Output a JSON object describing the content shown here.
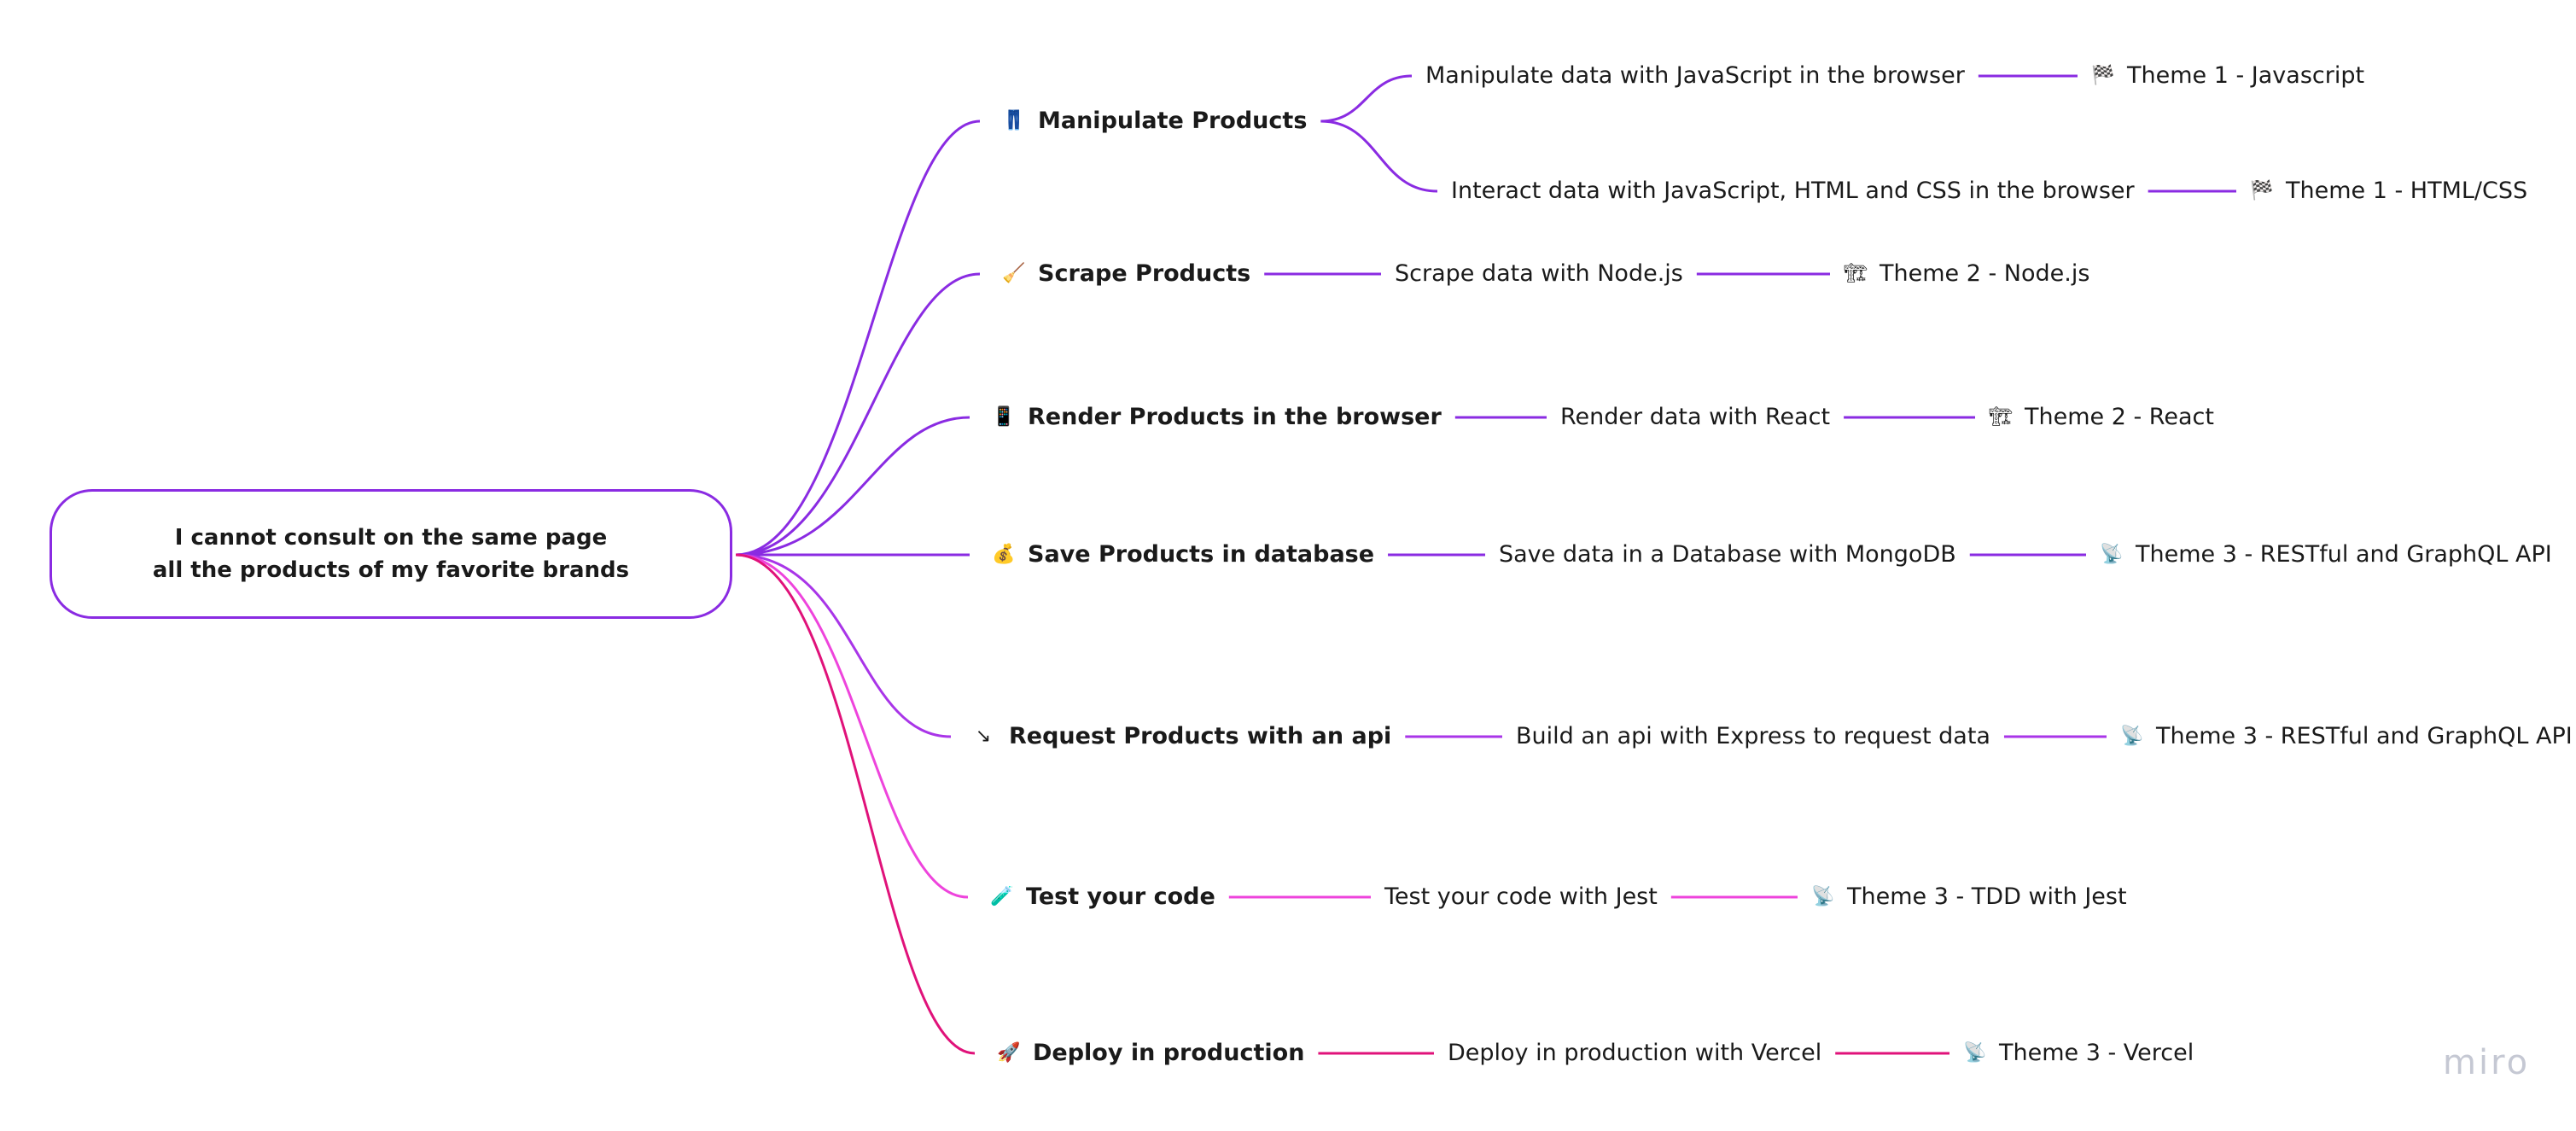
{
  "root": {
    "line1": "I cannot consult on the same page",
    "line2": "all the products of my favorite brands"
  },
  "branches": [
    {
      "label": "Manipulate Products",
      "icon": "jeans-icon",
      "glyph": "👖",
      "color": "#8a2be2",
      "children": [
        {
          "label": "Manipulate data with JavaScript in the browser",
          "theme": {
            "label": "Theme 1 - Javascript",
            "icon": "checkered-flag-icon",
            "glyph": "🏁"
          }
        },
        {
          "label": "Interact data with JavaScript, HTML and CSS in the browser",
          "theme": {
            "label": "Theme 1 - HTML/CSS",
            "icon": "checkered-flag-icon",
            "glyph": "🏁"
          }
        }
      ]
    },
    {
      "label": "Scrape Products",
      "icon": "broom-icon",
      "glyph": "🧹",
      "color": "#8a2be2",
      "children": [
        {
          "label": "Scrape data with Node.js",
          "theme": {
            "label": "Theme 2 - Node.js",
            "icon": "construction-crane-icon",
            "glyph": "🏗"
          }
        }
      ]
    },
    {
      "label": "Render Products in the browser",
      "icon": "mobile-phone-icon",
      "glyph": "📱",
      "color": "#8a2be2",
      "children": [
        {
          "label": "Render data with React",
          "theme": {
            "label": "Theme 2 - React",
            "icon": "construction-crane-icon",
            "glyph": "🏗"
          }
        }
      ]
    },
    {
      "label": "Save Products in database",
      "icon": "money-icon",
      "glyph": "💰",
      "color": "#8a2be2",
      "children": [
        {
          "label": "Save data in a Database with MongoDB",
          "theme": {
            "label": "Theme 3 - RESTful and GraphQL API",
            "icon": "satellite-dish-icon",
            "glyph": "📡"
          }
        }
      ]
    },
    {
      "label": "Request Products with an api",
      "icon": "arrow-down-right-icon",
      "glyph": "↘",
      "color": "#a935e8",
      "children": [
        {
          "label": "Build an api with Express to request data",
          "theme": {
            "label": "Theme 3 - RESTful and GraphQL API",
            "icon": "satellite-dish-icon",
            "glyph": "📡"
          }
        }
      ]
    },
    {
      "label": "Test your code",
      "icon": "test-tube-icon",
      "glyph": "🧪",
      "color": "#ee44dc",
      "children": [
        {
          "label": "Test your code with Jest",
          "theme": {
            "label": "Theme 3 - TDD with Jest",
            "icon": "satellite-dish-icon",
            "glyph": "📡"
          }
        }
      ]
    },
    {
      "label": "Deploy in production",
      "icon": "rocket-icon",
      "glyph": "🚀",
      "color": "#e0127a",
      "children": [
        {
          "label": "Deploy in production with Vercel",
          "theme": {
            "label": "Theme 3 - Vercel",
            "icon": "satellite-dish-icon",
            "glyph": "📡"
          }
        }
      ]
    }
  ],
  "watermark": "miro"
}
